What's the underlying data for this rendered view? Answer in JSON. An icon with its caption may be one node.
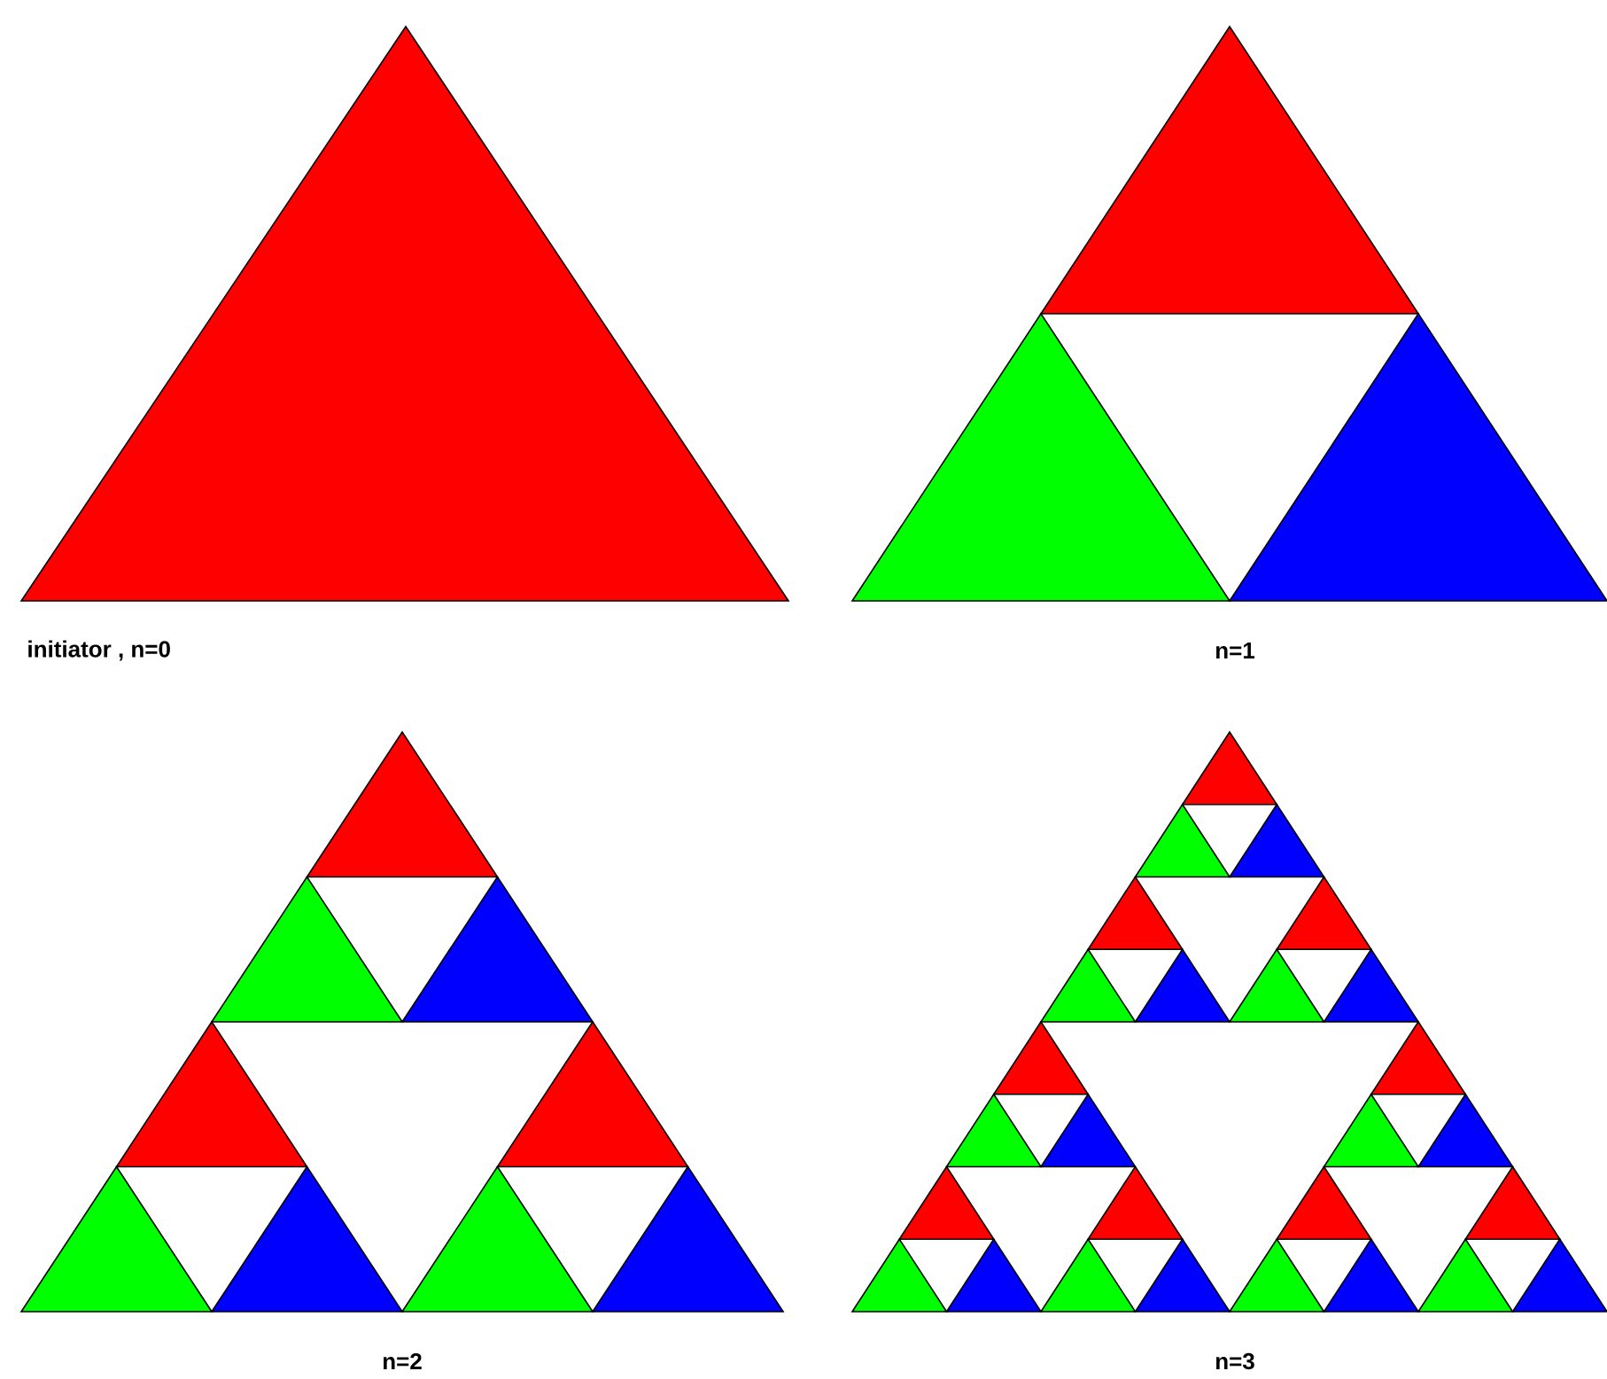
{
  "diagram": {
    "labels": [
      "initiator , n=0",
      "n=1",
      "n=2",
      "n=3"
    ]
  }
}
